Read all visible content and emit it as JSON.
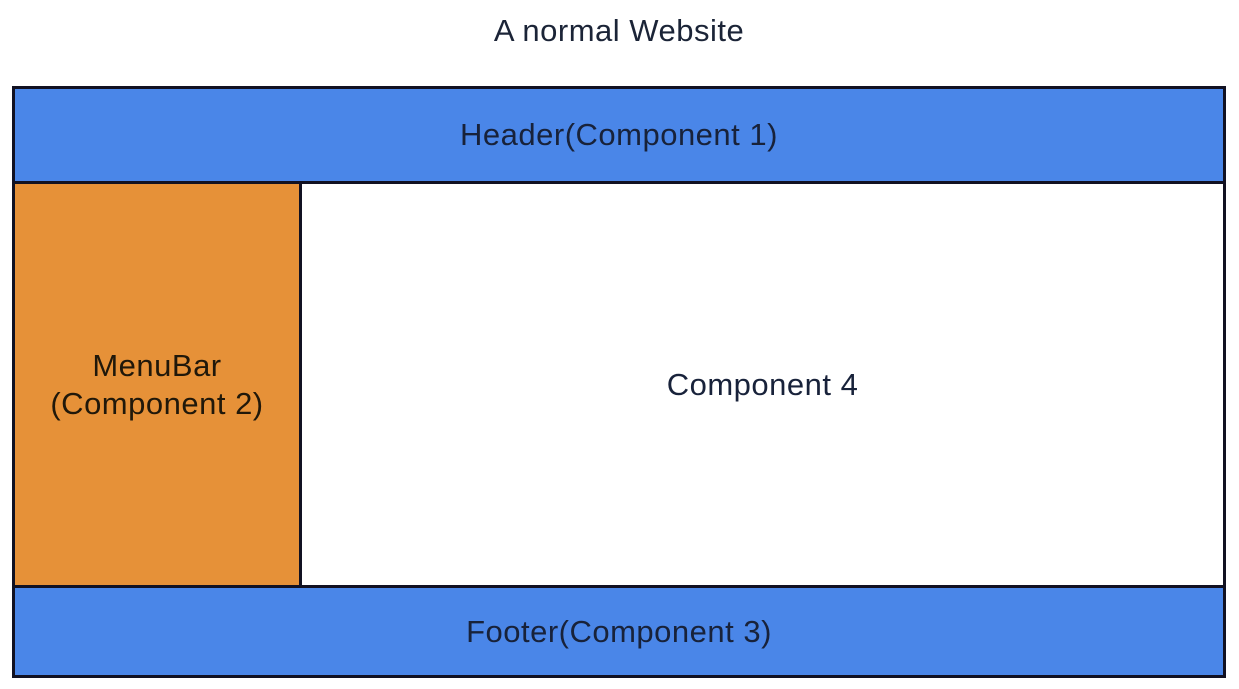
{
  "title": "A normal Website",
  "layout": {
    "header": {
      "label": "Header(Component 1)",
      "fill": "#4a86e8"
    },
    "menubar": {
      "label_line1": "MenuBar",
      "label_line2": "(Component 2)",
      "fill": "#e69138"
    },
    "main": {
      "label": "Component 4",
      "fill": "#ffffff"
    },
    "footer": {
      "label": "Footer(Component 3)",
      "fill": "#4a86e8"
    }
  },
  "colors": {
    "border": "#111122",
    "text": "#18223a",
    "background": "#ffffff"
  }
}
